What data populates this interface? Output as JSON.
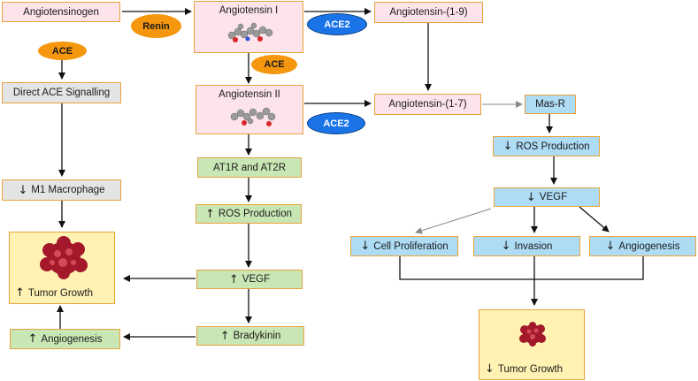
{
  "nodes": {
    "angiotensinogen": "Angiotensinogen",
    "ang1": "Angiotensin I",
    "ang19": "Angiotensin-(1-9)",
    "ang2": "Angiotensin II",
    "ang17": "Angiotensin-(1-7)",
    "masr": "Mas-R",
    "direct_ace": "Direct ACE Signalling",
    "m1": "M1 Macrophage",
    "tumor_left": "Tumor Growth",
    "angio_left": "Angiogenesis",
    "at1r": "AT1R and AT2R",
    "ros_mid": "ROS Production",
    "vegf_mid": "VEGF",
    "bradykinin": "Bradykinin",
    "ros_right": "ROS Production",
    "vegf_right": "VEGF",
    "cell_prolif": "Cell Proliferation",
    "invasion": "Invasion",
    "angio_right": "Angiogenesis",
    "tumor_right": "Tumor Growth"
  },
  "enzymes": {
    "renin": "Renin",
    "ace2_top": "ACE2",
    "ace_left": "ACE",
    "ace_mid": "ACE",
    "ace2_mid": "ACE2"
  },
  "glyphs": {
    "up": "↑",
    "down": "↓"
  },
  "colors": {
    "pink": "#fde4ea",
    "green": "#c9e7b5",
    "blue": "#aedcf5",
    "grey": "#e4e4e4",
    "yellow": "#fff2b3",
    "border": "#e8a33c",
    "enzyme_orange": "#f5960f",
    "enzyme_blue": "#1a74e8"
  }
}
